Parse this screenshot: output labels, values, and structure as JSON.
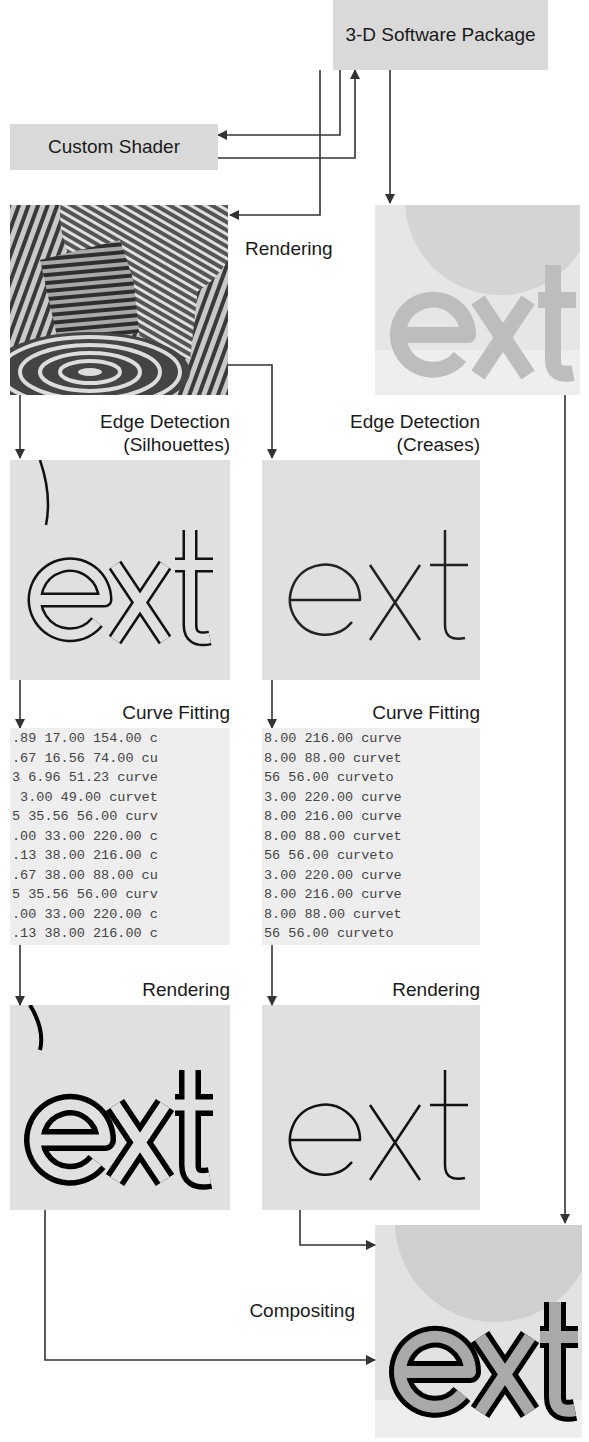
{
  "diagram": {
    "nodes": [
      {
        "text": [
          "3-D Software Package"
        ]
      },
      {
        "text": [
          "Custom Shader"
        ]
      },
      {
        "text": [
          "Edge Detection (Silhouettes)"
        ]
      },
      {
        "text": [
          "Edge Detection (Creases)"
        ]
      },
      {
        "text": [
          "Curve Fitting",
          ".89 17.00 154.00 c",
          ".67 16.56 74.00 cu",
          "3 6.96 51.23 curve",
          " 3.00 49.00 curvet",
          "5 35.56 56.00 curv",
          ".00 33.00 220.00 c",
          ".13 38.00 216.00 c",
          ".67 38.00 88.00 cu",
          "5 35.56 56.00 curv",
          ".00 33.00 220.00 c",
          ".13 38.00 216.00 c"
        ]
      },
      {
        "text": [
          "Curve Fitting",
          "8.00 216.00 curve",
          "8.00 88.00 curvet",
          "56 56.00 curveto",
          "3.00 220.00 curve",
          "8.00 216.00 curve",
          "8.00 88.00 curvet",
          "56 56.00 curveto",
          "3.00 220.00 curve",
          "8.00 216.00 curve",
          "8.00 88.00 curvet",
          "56 56.00 curveto"
        ]
      },
      {
        "text": [
          "Rendering"
        ]
      },
      {
        "text": [
          "Rendering"
        ]
      },
      {
        "text": [
          "Compositing"
        ]
      }
    ],
    "edges": [
      {
        "from": 0,
        "to": 1,
        "arrow": "to"
      },
      {
        "from": 1,
        "to": 0,
        "arrow": "to"
      },
      {
        "from": 2,
        "to": 4,
        "arrow": "to"
      },
      {
        "from": 3,
        "to": 5,
        "arrow": "to"
      },
      {
        "from": 4,
        "to": 6,
        "arrow": "to"
      },
      {
        "from": 5,
        "to": 7,
        "arrow": "to"
      },
      {
        "from": 6,
        "to": 8,
        "arrow": "to"
      },
      {
        "from": 7,
        "to": 8,
        "arrow": "to"
      }
    ],
    "labels": [
      "Rendering"
    ]
  }
}
